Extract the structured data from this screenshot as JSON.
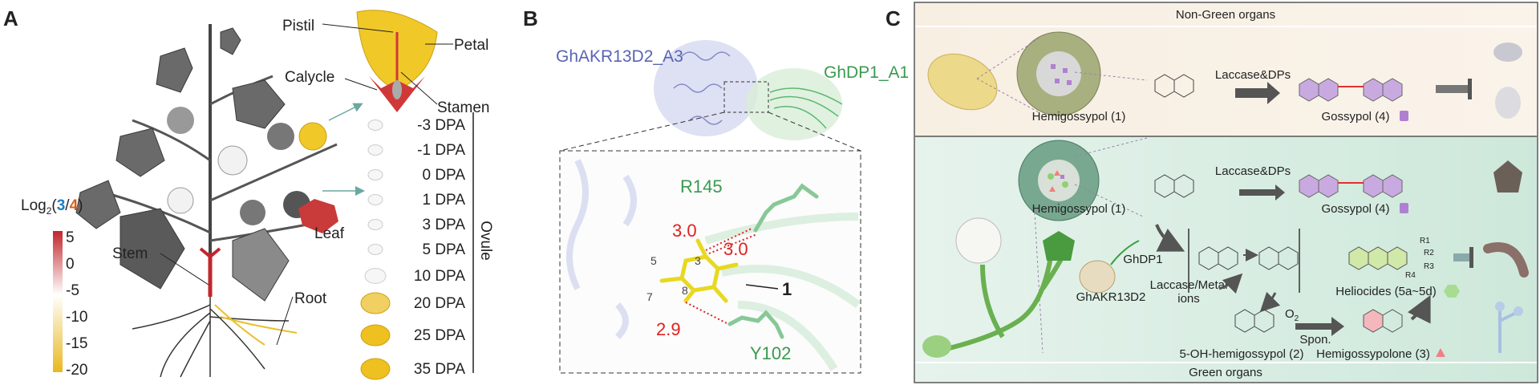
{
  "panels": {
    "a": "A",
    "b": "B",
    "c": "C"
  },
  "panel_a": {
    "flower_labels": {
      "pistil": "Pistil",
      "petal": "Petal",
      "calycle": "Calycle",
      "stamen": "Stamen"
    },
    "plant_labels": {
      "stem": "Stem",
      "leaf": "Leaf",
      "root": "Root"
    },
    "colorbar": {
      "title_prefix": "Log",
      "title_sub": "2",
      "title_open": "(",
      "title_num": "3",
      "title_slash": "/",
      "title_den": "4",
      "title_close": ")",
      "ticks": [
        "5",
        "0",
        "-5",
        "-10",
        "-15",
        "-20"
      ],
      "colors": {
        "high": "#c0272d",
        "mid": "#ffffff",
        "low": "#e8b820",
        "num": "#1a7fc1",
        "den": "#d2611c"
      }
    },
    "ovule_group_label": "Ovule",
    "ovule_stages": [
      "-3 DPA",
      "-1 DPA",
      "0 DPA",
      "1 DPA",
      "3 DPA",
      "5 DPA",
      "10 DPA",
      "20 DPA",
      "25 DPA",
      "35 DPA"
    ]
  },
  "panel_b": {
    "protein_a": "GhAKR13D2_A3",
    "protein_b": "GhDP1_A1",
    "residue_1": "R145",
    "residue_2": "Y102",
    "distances": [
      "3.0",
      "3.0",
      "2.9"
    ],
    "atom_numbers": [
      "5",
      "3",
      "8",
      "7"
    ],
    "compound": "1",
    "colors": {
      "protein_a": "#5a64b4",
      "protein_b": "#3a9a50",
      "distance": "#e02020",
      "ligand": "#f0e020"
    }
  },
  "panel_c": {
    "top_header": "Non-Green organs",
    "bottom_footer": "Green organs",
    "top": {
      "substrate": "Hemigossypol (1)",
      "enzyme": "Laccase&DPs",
      "product": "Gossypol (4)"
    },
    "bottom": {
      "substrate": "Hemigossypol (1)",
      "enzyme": "Laccase&DPs",
      "product": "Gossypol (4)",
      "protein_1": "GhDP1",
      "protein_2": "GhAKR13D2",
      "catalyst_line1": "Laccase/Metal",
      "catalyst_line2": "ions",
      "intermediate": "5-OH-hemigossypol (2)",
      "oxidant": "O",
      "oxidant_sub": "2",
      "spon": "Spon.",
      "hemigossypolone": "Hemigossypolone (3)",
      "heliocides": "Heliocides (5a~5d)",
      "substituents": [
        "R1",
        "R2",
        "R3",
        "R4"
      ]
    },
    "colors": {
      "top_bg": "#f7efe2",
      "bottom_bg": "#d4ebe0",
      "gossypol": "#b99ad6",
      "heliocide": "#a8dc90",
      "hemigossypolone": "#f0a0a8"
    }
  }
}
